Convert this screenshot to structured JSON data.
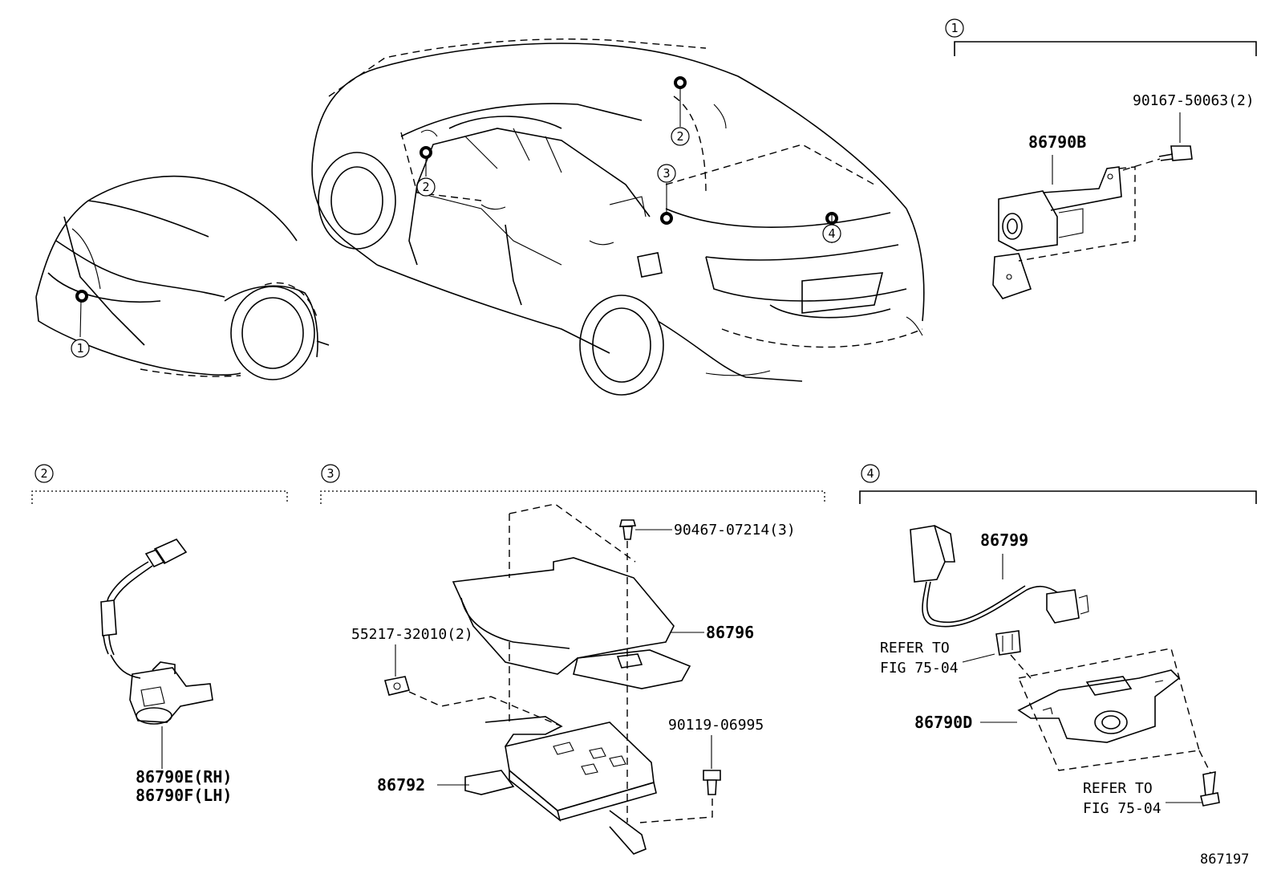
{
  "figure_id": "867197",
  "callouts": {
    "c1": "1",
    "c2": "2",
    "c3": "3",
    "c4": "4"
  },
  "section1": {
    "number": "1",
    "part_camera": "86790B",
    "part_bolt": "90167-50063(2)"
  },
  "section2": {
    "number": "2",
    "part_rh": "86790E(RH)",
    "part_lh": "86790F(LH)"
  },
  "section3": {
    "number": "3",
    "part_clip": "90467-07214(3)",
    "part_cover": "86796",
    "part_nut": "55217-32010(2)",
    "part_bolt": "90119-06995",
    "part_ecu": "86792"
  },
  "section4": {
    "number": "4",
    "part_harness": "86799",
    "refer_line1": "REFER TO",
    "refer_line2": "FIG 75-04",
    "part_camera": "86790D",
    "refer2_line1": "REFER TO",
    "refer2_line2": "FIG 75-04"
  }
}
